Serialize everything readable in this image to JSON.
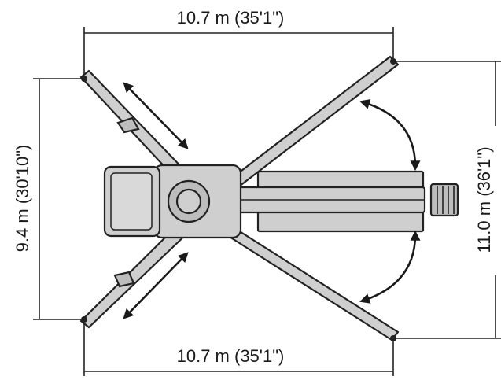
{
  "dimensions": {
    "top_width": "10.7 m (35'1\")",
    "bottom_width": "10.7 m (35'1\")",
    "left_height": "9.4 m (30'10\")",
    "right_height": "11.0 m (36'1\")"
  },
  "colors": {
    "machine_fill": "#cfcfcf",
    "outline": "#222222",
    "background": "#ffffff"
  },
  "icons": [
    "extend-arrow-icon",
    "rotate-arrow-icon"
  ]
}
